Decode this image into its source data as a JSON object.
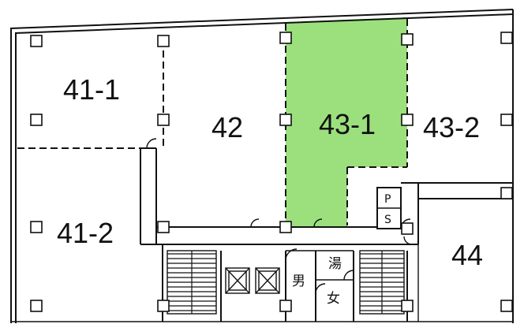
{
  "units": [
    {
      "id": "41-1",
      "label": "41-1",
      "highlighted": false
    },
    {
      "id": "41-2",
      "label": "41-2",
      "highlighted": false
    },
    {
      "id": "42",
      "label": "42",
      "highlighted": false
    },
    {
      "id": "43-1",
      "label": "43-1",
      "highlighted": true
    },
    {
      "id": "43-2",
      "label": "43-2",
      "highlighted": false
    },
    {
      "id": "44",
      "label": "44",
      "highlighted": false
    }
  ],
  "facilities": {
    "ps_top": "P",
    "ps_bottom": "S",
    "kitchenette": "湯",
    "mens_restroom": "男",
    "womens_restroom": "女"
  },
  "colors": {
    "highlight_fill": "#9be07d",
    "line": "#111111",
    "background": "#ffffff"
  }
}
